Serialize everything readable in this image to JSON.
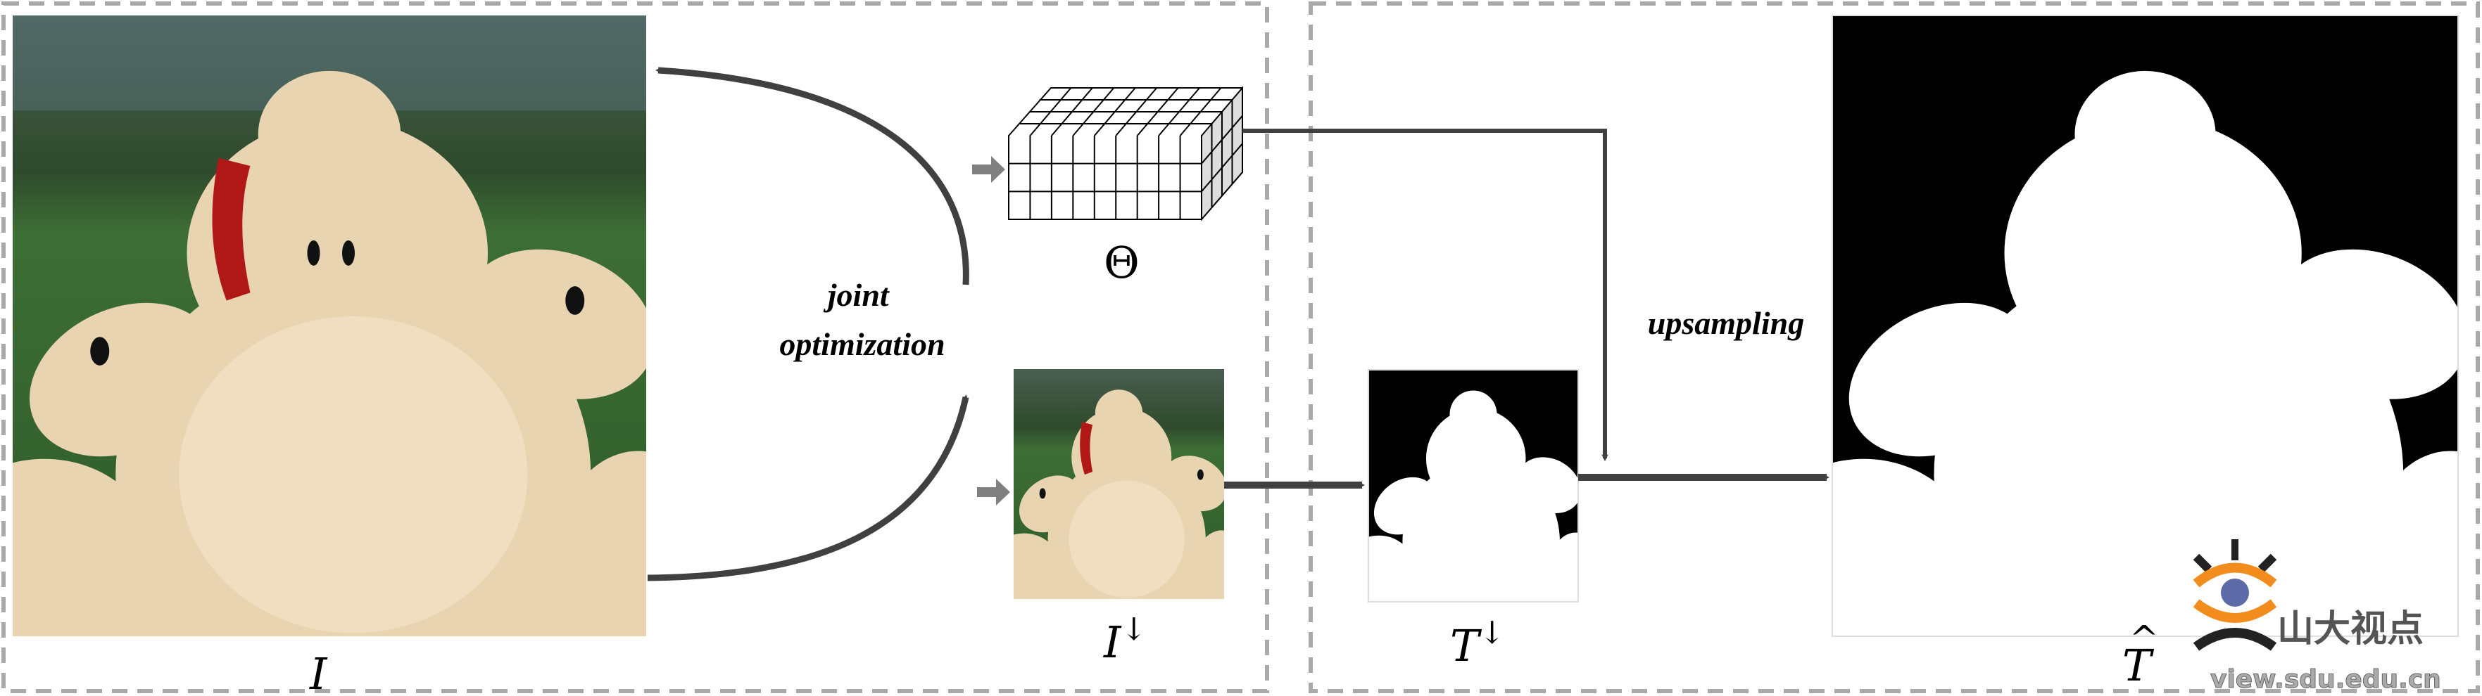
{
  "labels": {
    "input_image": "I",
    "downsampled_image": "I",
    "downsampled_image_sup": "↓",
    "parameters": "Θ",
    "low_res_output": "T",
    "low_res_output_sup": "↓",
    "final_output": "T",
    "final_output_hat": "^"
  },
  "annotations": {
    "joint_line1": "joint",
    "joint_line2": "optimization",
    "upsampling": "upsampling"
  },
  "watermark": {
    "name": "山大视点",
    "url": "view.sdu.edu.cn"
  },
  "colors": {
    "panel_border": "#a9a9a9",
    "arrow": "#404040",
    "gray_arrow": "#808080",
    "watermark_orange": "#f28c1c",
    "watermark_blue": "#5c6aa8"
  }
}
